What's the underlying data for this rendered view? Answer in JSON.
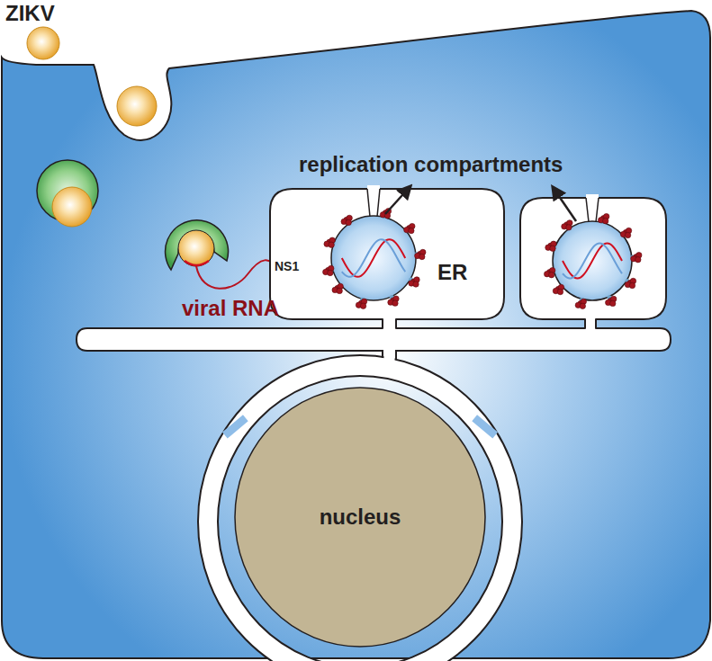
{
  "diagram": {
    "nodes": [
      {
        "text": [
          "NS1",
          "ER"
        ]
      },
      {
        "text": [
          "nucleus"
        ]
      }
    ],
    "labels": [
      "ZIKV",
      "replication compartments",
      "viral RNA"
    ]
  }
}
